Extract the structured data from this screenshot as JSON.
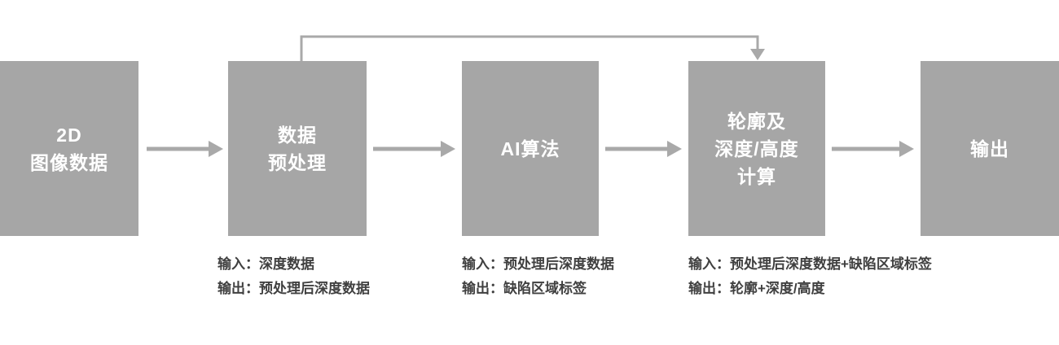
{
  "diagram": {
    "nodes": [
      {
        "label": "2D\n图像数据"
      },
      {
        "label": "数据\n预处理"
      },
      {
        "label": "AI算法"
      },
      {
        "label": "轮廓及\n深度/高度\n计算"
      },
      {
        "label": "输出"
      }
    ],
    "annotations": [
      {
        "input": "输入：深度数据",
        "output": "输出：预处理后深度数据"
      },
      {
        "input": "输入：预处理后深度数据",
        "output": "输出：缺陷区域标签"
      },
      {
        "input": "输入：预处理后深度数据+缺陷区域标签",
        "output": "输出：轮廓+深度/高度"
      }
    ],
    "colors": {
      "node_fill": "#a6a6a6",
      "node_text": "#ffffff",
      "arrow": "#a9a9a9",
      "annotation_text": "#404040",
      "background": "#ffffff"
    }
  }
}
